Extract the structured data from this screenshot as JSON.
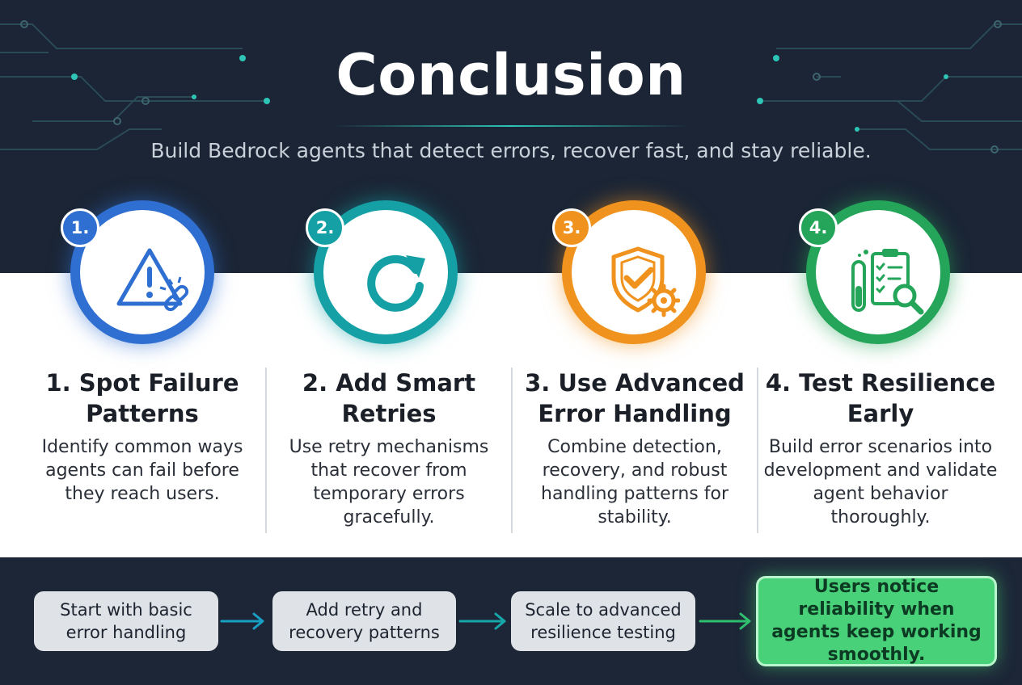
{
  "header": {
    "title": "Conclusion",
    "subtitle": "Build Bedrock agents that detect errors, recover fast, and stay reliable."
  },
  "colors": {
    "blue": "#2f6fd1",
    "teal": "#14a0a5",
    "orange": "#f0921e",
    "green": "#24a559",
    "dark_bg": "#1b2535"
  },
  "steps": [
    {
      "number": "1.",
      "icon": "warning-broken-link-icon",
      "title": "1. Spot Failure Patterns",
      "description": "Identify common ways agents can fail before they reach users."
    },
    {
      "number": "2.",
      "icon": "retry-arrow-icon",
      "title": "2. Add Smart Retries",
      "description": "Use retry mechanisms that recover from temporary errors gracefully."
    },
    {
      "number": "3.",
      "icon": "shield-check-gear-icon",
      "title": "3. Use Advanced Error Handling",
      "description": "Combine detection, recovery, and robust handling patterns for stability."
    },
    {
      "number": "4.",
      "icon": "test-tube-checklist-magnifier-icon",
      "title": "4. Test Resilience Early",
      "description": "Build error scenarios into development and validate agent behavior thoroughly."
    }
  ],
  "flow": [
    {
      "label": "Start with basic error handling"
    },
    {
      "label": "Add retry and recovery patterns"
    },
    {
      "label": "Scale to advanced resilience testing"
    },
    {
      "label": "Users notice reliability when agents keep working smoothly."
    }
  ]
}
